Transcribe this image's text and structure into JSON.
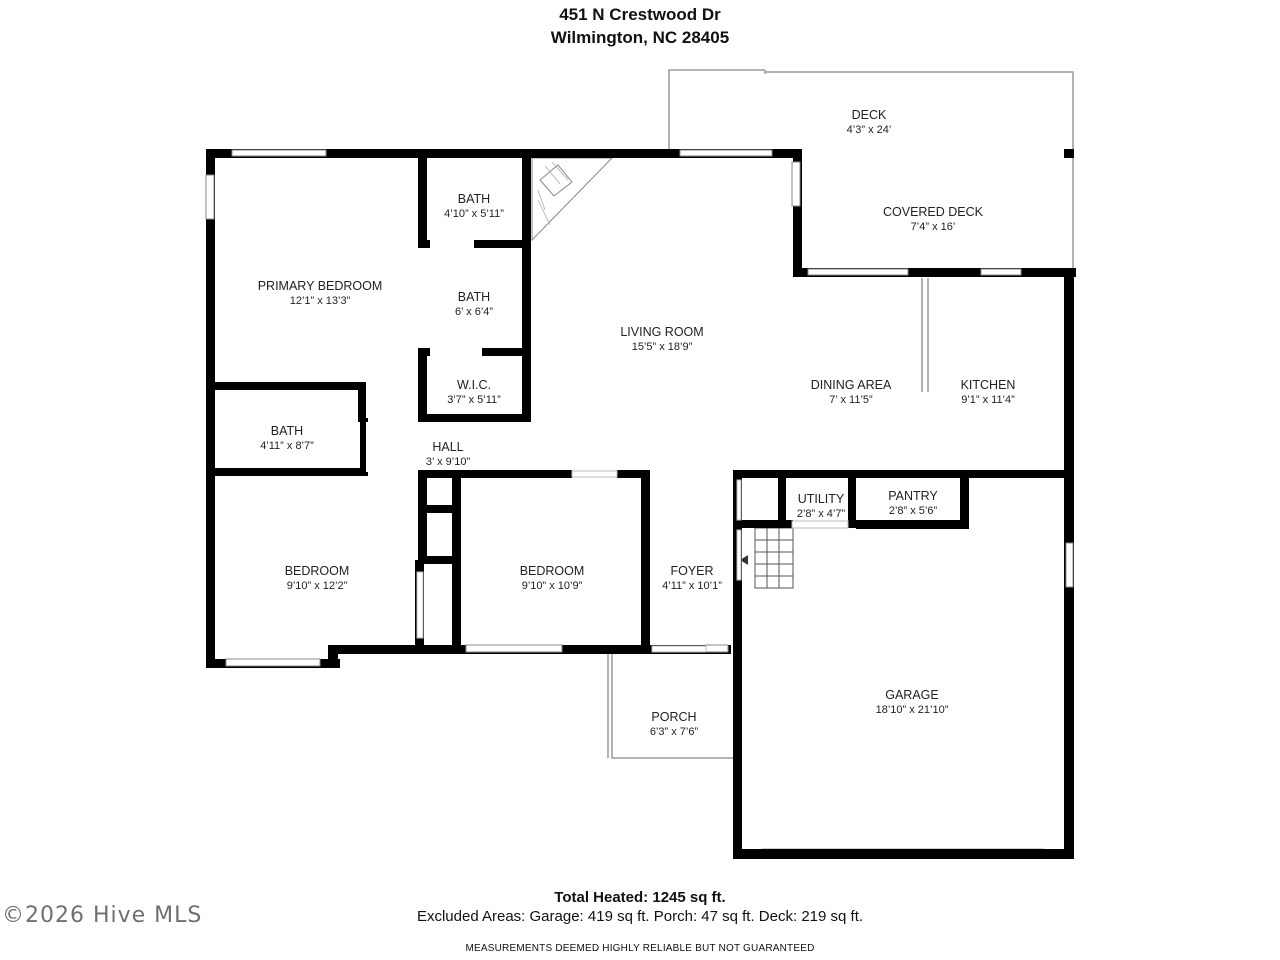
{
  "header": {
    "line1": "451 N Crestwood Dr",
    "line2": "Wilmington, NC 28405"
  },
  "rooms": [
    {
      "name": "DECK",
      "dims": "4’3” x 24’"
    },
    {
      "name": "COVERED DECK",
      "dims": "7’4” x 16’"
    },
    {
      "name": "BATH",
      "dims": "4’10” x 5’11”"
    },
    {
      "name": "PRIMARY BEDROOM",
      "dims": "12’1” x 13’3”"
    },
    {
      "name": "BATH",
      "dims": "6’ x 6’4”"
    },
    {
      "name": "LIVING ROOM",
      "dims": "15’5” x 18’9”"
    },
    {
      "name": "W.I.C.",
      "dims": "3’7” x 5’11”"
    },
    {
      "name": "DINING AREA",
      "dims": "7’ x 11’5”"
    },
    {
      "name": "KITCHEN",
      "dims": "9’1” x 11’4”"
    },
    {
      "name": "BATH",
      "dims": "4’11” x 8’7”"
    },
    {
      "name": "HALL",
      "dims": "3’ x 9’10”"
    },
    {
      "name": "UTILITY",
      "dims": "2’8” x 4’7”"
    },
    {
      "name": "PANTRY",
      "dims": "2’8” x 5’6”"
    },
    {
      "name": "BEDROOM",
      "dims": "9’10” x 12’2”"
    },
    {
      "name": "BEDROOM",
      "dims": "9’10” x 10’9”"
    },
    {
      "name": "FOYER",
      "dims": "4’11” x 10’1”"
    },
    {
      "name": "GARAGE",
      "dims": "18’10” x 21’10”"
    },
    {
      "name": "PORCH",
      "dims": "6’3” x 7’6”"
    }
  ],
  "footer": {
    "total": "Total Heated: 1245 sq ft.",
    "excluded": "Excluded Areas: Garage: 419 sq ft. Porch: 47 sq ft. Deck: 219 sq ft.",
    "disclaimer": "MEASUREMENTS DEEMED HIGHLY RELIABLE BUT NOT GUARANTEED",
    "watermark": "©2026 Hive MLS"
  }
}
